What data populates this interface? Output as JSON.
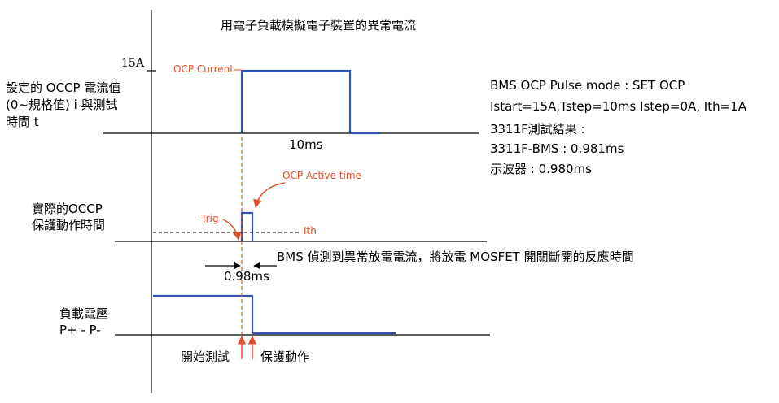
{
  "title": "用電子負載模擬電子裝置的異常電流",
  "labels": {
    "set_ocp_label": "設定的 OCCP 電流值\n(0~規格值) i 與測試\n時間 t",
    "actual_ocp_label": "實際的OCCP\n保護動作時間",
    "load_voltage_label": "負載電壓\nP+ - P-",
    "current_value": "15A",
    "ocp_current": "OCP Current",
    "pulse_width": "10ms",
    "ocp_active_time": "OCP Active time",
    "trig": "Trig",
    "ith": "Ith",
    "response_time": "0.98ms",
    "bms_response_desc": "BMS 偵測到異常放電電流，將放電 MOSFET 開關斷開的反應時間",
    "start_test": "開始測試",
    "protection_action": "保護動作"
  },
  "results": {
    "line1": "BMS OCP Pulse mode : SET OCP",
    "line2": "Istart=15A,Tstep=10ms Istep=0A, Ith=1A",
    "line3": "3311F測試結果 :",
    "line4": "3311F-BMS : 0.981ms",
    "line5": "示波器 : 0.980ms"
  },
  "colors": {
    "signal": "#2f54b3",
    "annotation": "#e0502a",
    "axis": "#000000"
  }
}
